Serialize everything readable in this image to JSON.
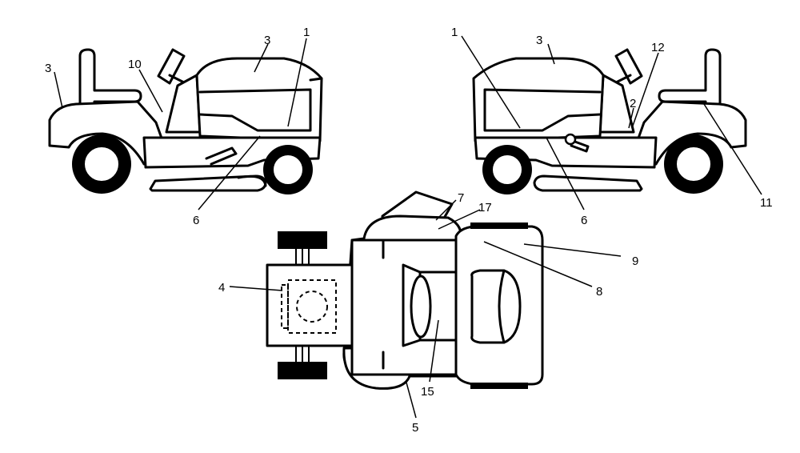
{
  "callouts": {
    "left_view": {
      "n1": "1",
      "n3a": "3",
      "n3b": "3",
      "n10": "10",
      "n6": "6"
    },
    "right_view": {
      "n1": "1",
      "n3": "3",
      "n12": "12",
      "n2": "2",
      "n6": "6",
      "n11": "11"
    },
    "top_view": {
      "n7": "7",
      "n17": "17",
      "n9": "9",
      "n8": "8",
      "n4": "4",
      "n15": "15",
      "n5": "5"
    }
  }
}
